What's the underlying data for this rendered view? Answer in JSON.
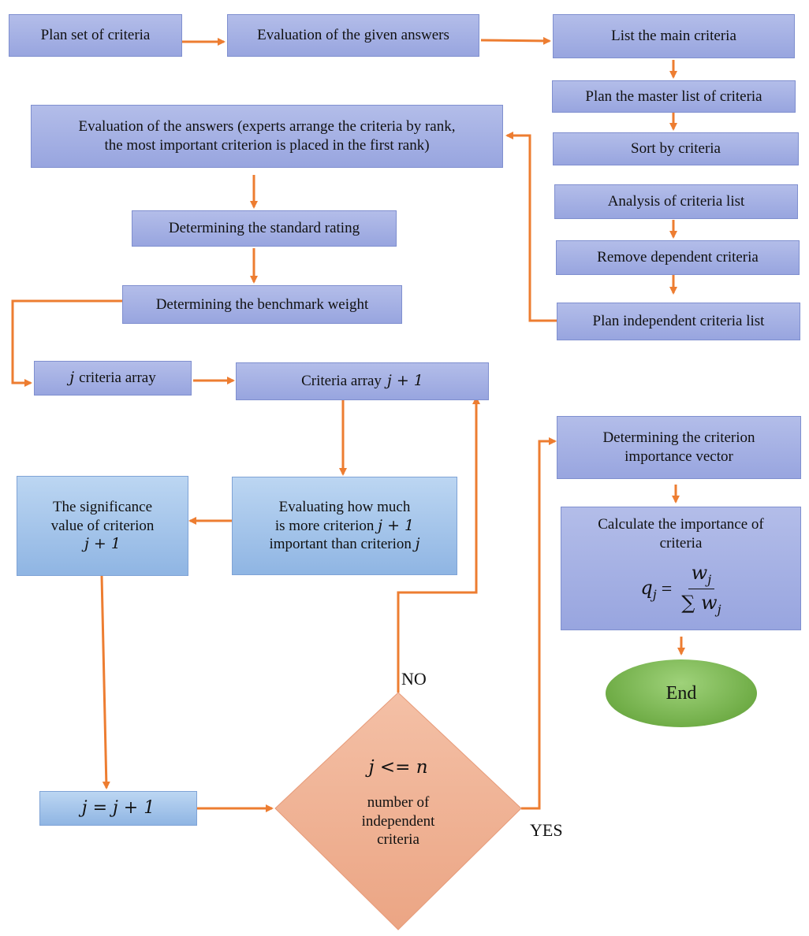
{
  "nodes": {
    "plan_set": "Plan set of criteria",
    "eval_given": "Evaluation of the given answers",
    "list_main": "List the main criteria",
    "plan_master": "Plan the master list of criteria",
    "sort": "Sort by criteria",
    "analysis": "Analysis of criteria list",
    "remove_dep": "Remove dependent criteria",
    "plan_indep": "Plan independent criteria list",
    "eval_answers_l1": "Evaluation of the answers (experts arrange the criteria by rank,",
    "eval_answers_l2": "the most important criterion is placed in the first rank)",
    "std_rating": "Determining the standard rating",
    "bench_weight": "Determining the benchmark weight",
    "j_array": "criteria array",
    "j_array_var": "j",
    "array_j1": "Criteria array",
    "array_j1_math": "j + 1",
    "eval_how_l1": "Evaluating how much",
    "eval_how_l2": "is more criterion",
    "eval_how_l2_math": "j + 1",
    "eval_how_l3": "important than criterion",
    "eval_how_l3_math": "j",
    "signif_l1": "The significance",
    "signif_l2": "value of criterion",
    "signif_l3_math": "j + 1",
    "increment_math": "j = j + 1",
    "decision_math": "j <= n",
    "decision_l1": "number of",
    "decision_l2": "independent",
    "decision_l3": "criteria",
    "importance_vec_l1": "Determining the criterion",
    "importance_vec_l2": "importance vector",
    "calc_l1": "Calculate the importance of",
    "calc_l2": "criteria",
    "formula_lhs": "q",
    "formula_lhs_sub": "j",
    "formula_eq": "=",
    "formula_num": "w",
    "formula_num_sub": "j",
    "formula_den": "∑ w",
    "formula_den_sub": "j",
    "end": "End"
  },
  "labels": {
    "no": "NO",
    "yes": "YES"
  },
  "colors": {
    "arrow": "#ed7d31",
    "purple_box": "#a5b0e3",
    "blue_box": "#a8c6ec",
    "diamond": "#f0ae8d",
    "end_ellipse": "#70ad47"
  }
}
